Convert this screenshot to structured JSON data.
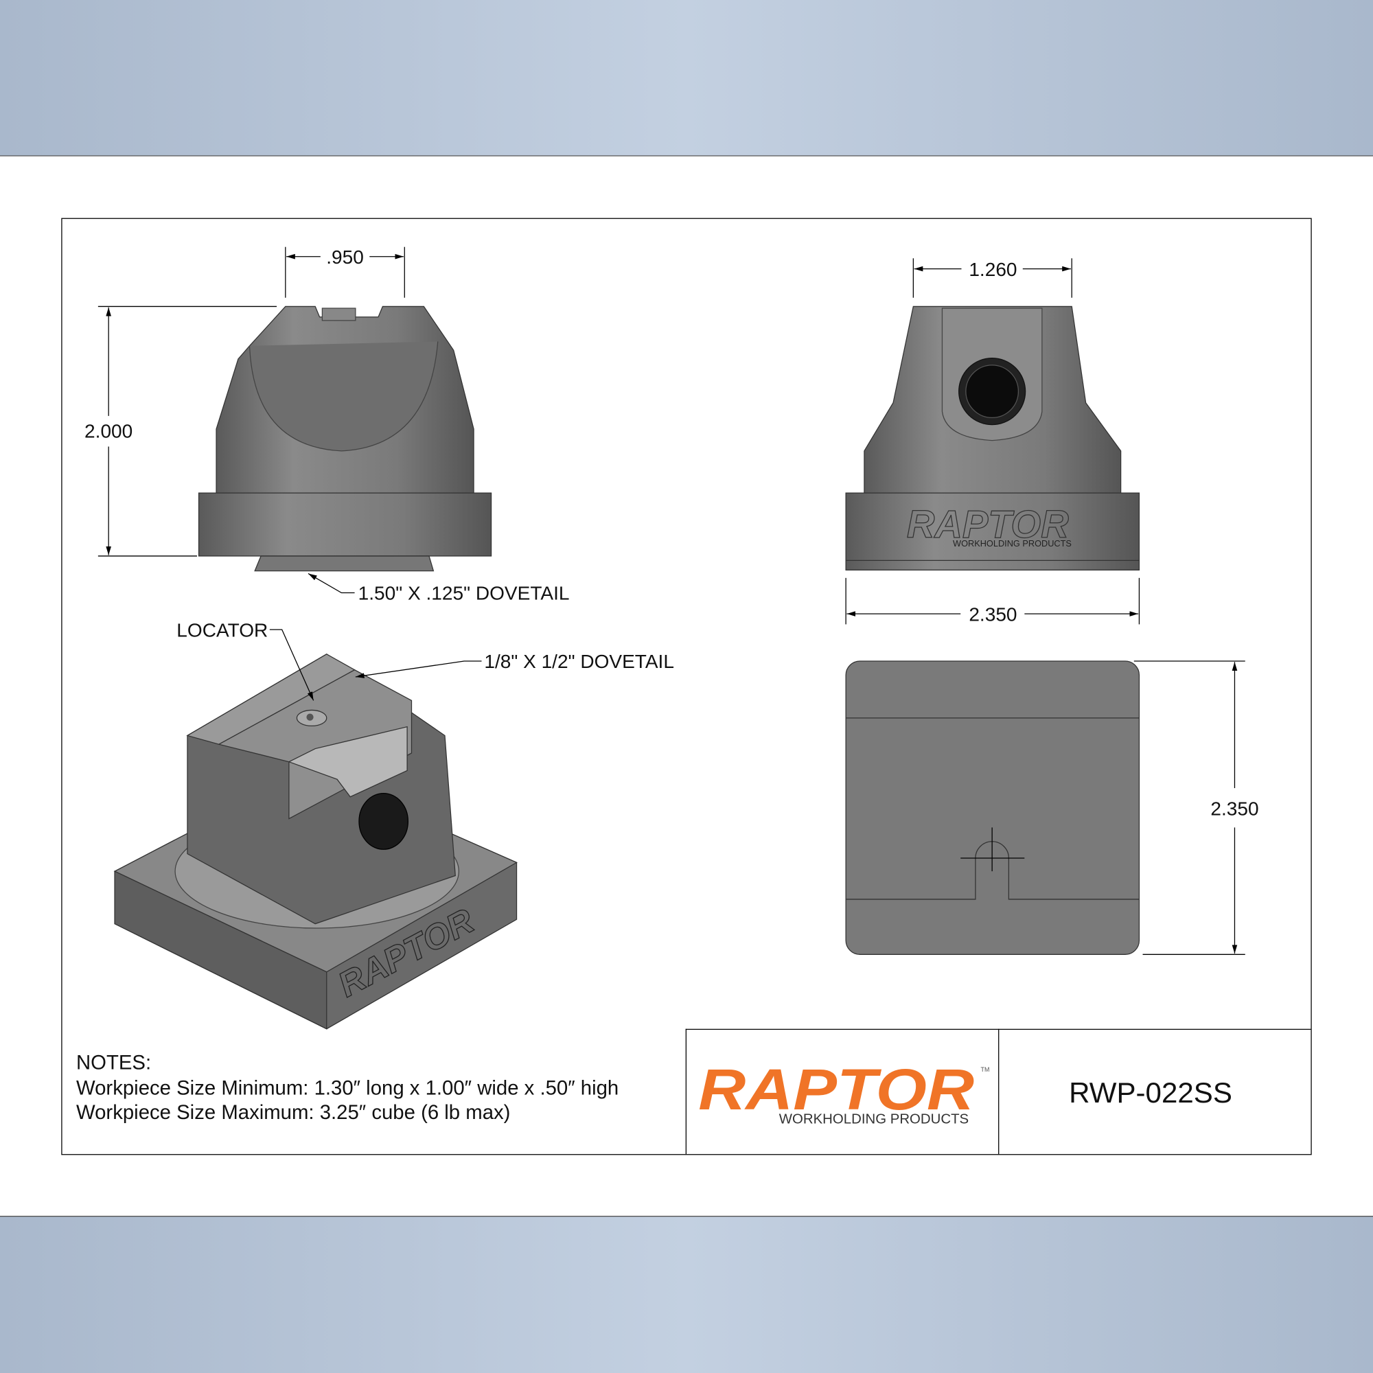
{
  "dimensions": {
    "front_top_width": ".950",
    "front_height": "2.000",
    "side_top_width": "1.260",
    "side_base_width": "2.350",
    "top_view_height": "2.350"
  },
  "callouts": {
    "bottom_dovetail": "1.50\" X .125\" DOVETAIL",
    "locator": "LOCATOR",
    "top_dovetail": "1/8\" X 1/2\" DOVETAIL"
  },
  "notes": {
    "heading": "NOTES:",
    "line1": "Workpiece Size Minimum: 1.30″ long x 1.00″ wide x .50″ high",
    "line2": "Workpiece Size Maximum: 3.25″ cube (6 lb max)"
  },
  "title_block": {
    "logo_brand": "RAPTOR",
    "logo_tagline": "WORKHOLDING PRODUCTS",
    "logo_tm": "TM",
    "part_number": "RWP-022SS"
  },
  "colors": {
    "brand_orange": "#F07427",
    "band": "#B4C3D6"
  }
}
